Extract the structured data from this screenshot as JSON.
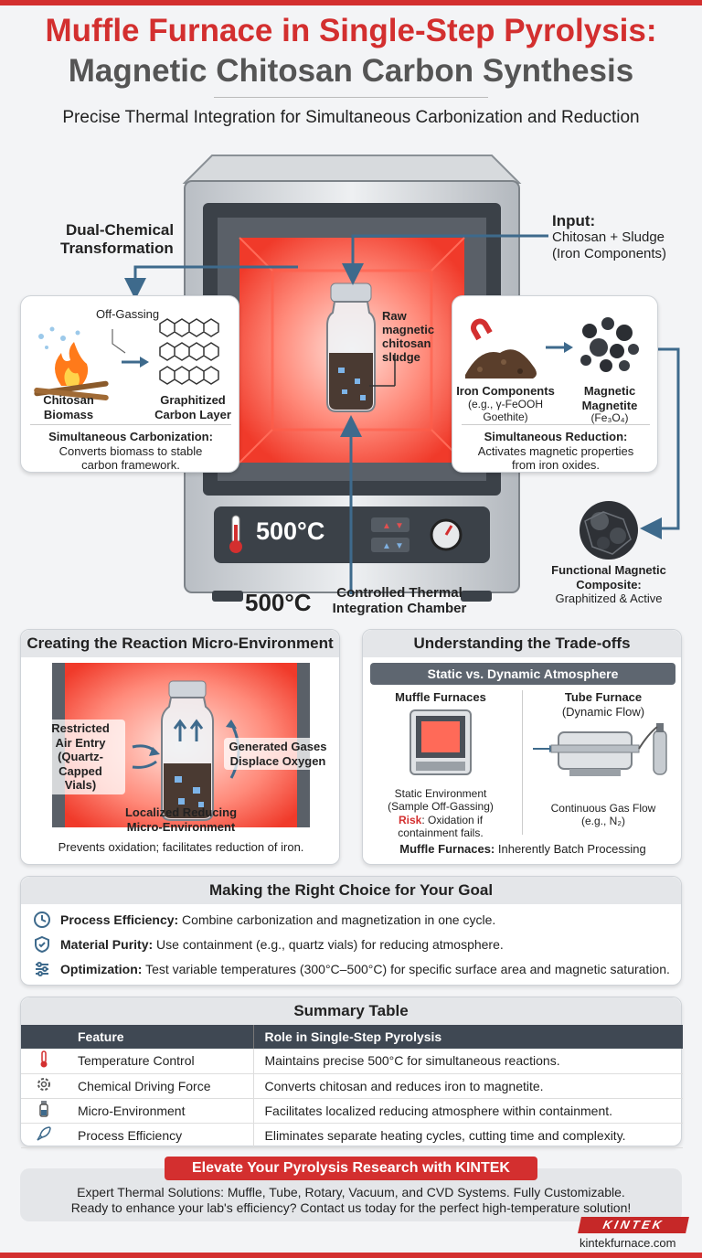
{
  "header": {
    "title_line1": "Muffle Furnace in Single-Step Pyrolysis:",
    "title_line2": "Magnetic Chitosan Carbon Synthesis",
    "subtitle": "Precise Thermal Integration for Simultaneous Carbonization and Reduction"
  },
  "furnace": {
    "dual_label_1": "Dual-Chemical",
    "dual_label_2": "Transformation",
    "input_title": "Input:",
    "input_line1": "Chitosan + Sludge",
    "input_line2": "(Iron Components)",
    "vial_label_1": "Raw",
    "vial_label_2": "magnetic",
    "vial_label_3": "chitosan",
    "vial_label_4": "sludge",
    "display_temp": "500°C",
    "chamber_temp": "500°C",
    "chamber_label_1": "Controlled Thermal",
    "chamber_label_2": "Integration Chamber"
  },
  "left_panel": {
    "off_gassing": "Off-Gassing",
    "item1_1": "Chitosan",
    "item1_2": "Biomass",
    "item2_1": "Graphitized",
    "item2_2": "Carbon Layer",
    "heading": "Simultaneous Carbonization:",
    "desc_1": "Converts biomass to stable",
    "desc_2": "carbon framework."
  },
  "right_panel": {
    "item1_1": "Iron Components",
    "item1_2": "(e.g., γ-FeOOH",
    "item1_3": "Goethite)",
    "item2_1": "Magnetic",
    "item2_2": "Magnetite",
    "item2_3": "(Fe₃O₄)",
    "heading": "Simultaneous Reduction:",
    "desc_1": "Activates magnetic properties",
    "desc_2": "from iron oxides."
  },
  "composite": {
    "label_1": "Functional Magnetic",
    "label_2": "Composite:",
    "label_3": "Graphitized & Active"
  },
  "micro_env": {
    "title": "Creating the Reaction Micro-Environment",
    "restricted_1": "Restricted",
    "restricted_2": "Air Entry",
    "restricted_3": "(Quartz-Capped",
    "restricted_4": "Vials)",
    "generated_1": "Generated Gases",
    "generated_2": "Displace Oxygen",
    "localized_1": "Localized Reducing",
    "localized_2": "Micro-Environment",
    "footer": "Prevents oxidation; facilitates reduction of iron."
  },
  "tradeoffs": {
    "title": "Understanding the Trade-offs",
    "subheader": "Static vs. Dynamic Atmosphere",
    "muffle_title": "Muffle Furnaces",
    "tube_title_1": "Tube Furnace",
    "tube_title_2": "(Dynamic Flow)",
    "static_1": "Static Environment",
    "static_2": "(Sample Off-Gassing)",
    "risk_word": "Risk",
    "risk_1": ": Oxidation if",
    "risk_2": "containment fails.",
    "flow_1": "Continuous Gas Flow",
    "flow_2": "(e.g., N₂)",
    "footer_bold": "Muffle Furnaces:",
    "footer_text": " Inherently Batch Processing"
  },
  "choice": {
    "title": "Making the Right Choice for Your Goal",
    "rows": [
      {
        "label": "Process Efficiency:",
        "text": " Combine carbonization and magnetization in one cycle.",
        "icon": "clock-icon"
      },
      {
        "label": "Material Purity:",
        "text": " Use containment (e.g., quartz vials) for reducing atmosphere.",
        "icon": "shield-icon"
      },
      {
        "label": "Optimization:",
        "text": " Test variable temperatures (300°C–500°C) for specific surface area and magnetic saturation.",
        "icon": "sliders-icon"
      }
    ]
  },
  "summary": {
    "title": "Summary Table",
    "col_feature": "Feature",
    "col_role": "Role in Single-Step Pyrolysis",
    "rows": [
      {
        "feature": "Temperature Control",
        "role": "Maintains precise 500°C for simultaneous reactions.",
        "icon": "thermometer-icon"
      },
      {
        "feature": "Chemical Driving Force",
        "role": "Converts chitosan and reduces iron to magnetite.",
        "icon": "gear-icon"
      },
      {
        "feature": "Micro-Environment",
        "role": "Facilitates localized reducing atmosphere within containment.",
        "icon": "vial-icon"
      },
      {
        "feature": "Process Efficiency",
        "role": "Eliminates separate heating cycles, cutting time and complexity.",
        "icon": "rocket-icon"
      }
    ]
  },
  "cta": {
    "banner": "Elevate Your Pyrolysis Research with KINTEK",
    "line1": "Expert Thermal Solutions: Muffle, Tube, Rotary, Vacuum, and CVD Systems. Fully Customizable.",
    "line2": "Ready to enhance your lab's efficiency? Contact us today for the perfect high-temperature solution!",
    "logo": "KINTEK",
    "url": "kintekfurnace.com"
  },
  "colors": {
    "accent": "#d32f2f",
    "arrow": "#3e6a8c",
    "dark": "#3f4853"
  }
}
